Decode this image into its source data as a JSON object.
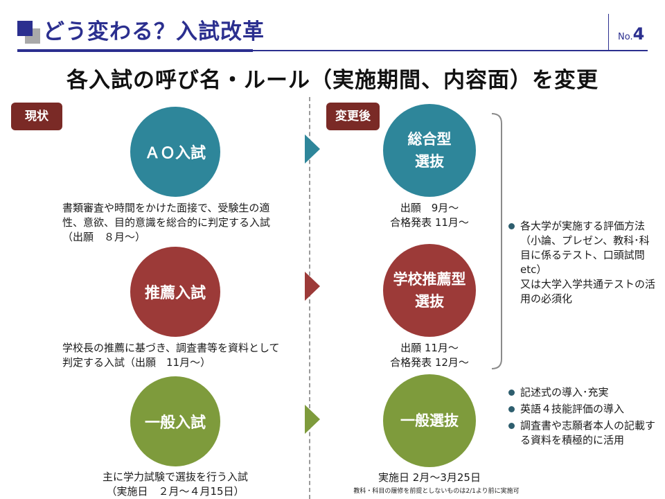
{
  "header": {
    "title": "どう変わる？入試改革",
    "page_prefix": "No.",
    "page_number": "4"
  },
  "subtitle": "各入試の呼び名・ルール（実施期間、内容面）を変更",
  "labels": {
    "current": "現状",
    "after": "変更後"
  },
  "rows": [
    {
      "old_name": "ＡＯ入試",
      "old_desc": "書類審査や時間をかけた面接で、受験生の適性、意欲、目的意識を総合的に判定する入試（出願　８月～）",
      "new_name": "総合型\n選抜",
      "new_dates": [
        "出願　9月～",
        "合格発表 11月～"
      ]
    },
    {
      "old_name": "推薦入試",
      "old_desc": "学校長の推薦に基づき、調査書等を資料として判定する入試（出願　11月～）",
      "new_name": "学校推薦型\n選抜",
      "new_dates": [
        "出願 11月～",
        "合格発表 12月～"
      ]
    },
    {
      "old_name": "一般入試",
      "old_desc_lines": [
        "主に学力試験で選抜を行う入試",
        "（実施日　２月～４月15日）"
      ],
      "new_name": "一般選抜",
      "new_dates": [
        "実施日 2月～3月25日"
      ],
      "new_note": "教科・科目の履修を前提としないものは2/1より前に実施可"
    }
  ],
  "bullets_top": [
    "各大学が実施する評価方法（小論、プレゼン、教科･科目に係るテスト、口頭試問etc）\n又は大学入学共通テストの活用の必須化"
  ],
  "bullets_bottom": [
    "記述式の導入･充実",
    "英語４技能評価の導入",
    "調査書や志願者本人の記載する資料を積極的に活用"
  ],
  "colors": {
    "navy": "#2b2f8f",
    "teal": "#2e869a",
    "red": "#9c3a38",
    "green": "#7e9b3c",
    "label_bg": "#7a2a26"
  }
}
